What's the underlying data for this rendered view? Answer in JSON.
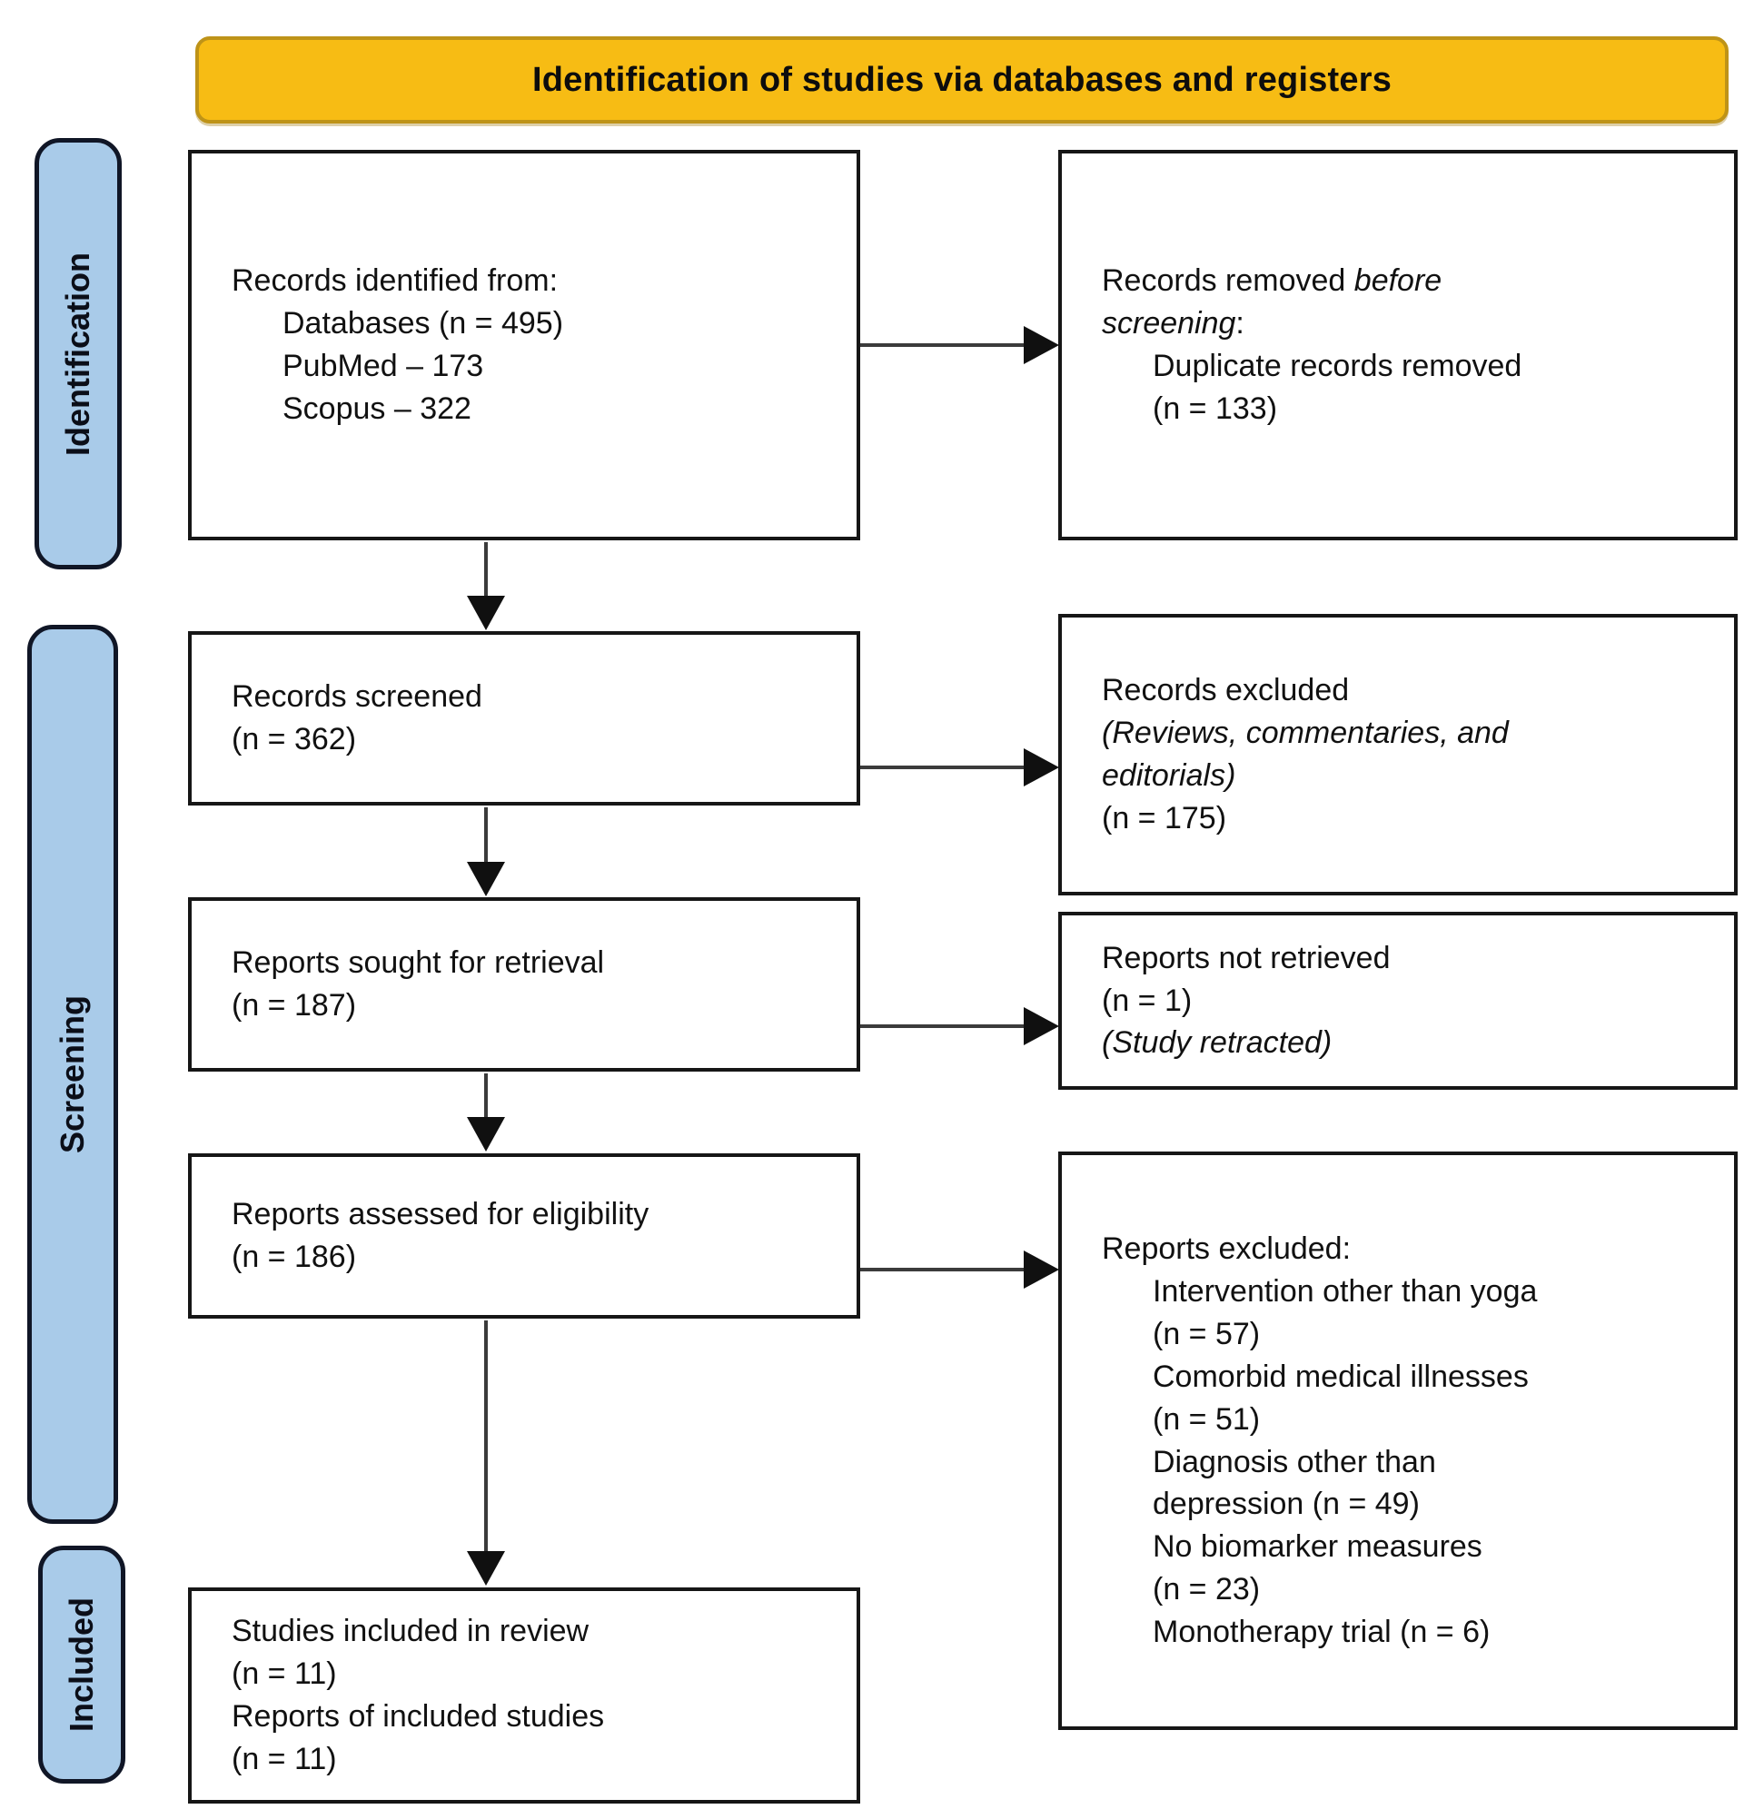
{
  "banner": {
    "title": "Identification of studies via databases and registers"
  },
  "stages": {
    "identification": "Identification",
    "screening": "Screening",
    "included": "Included"
  },
  "boxes": {
    "records_identified": {
      "title": "Records identified from:",
      "items": [
        "Databases (n = 495)",
        "PubMed – 173",
        "Scopus – 322"
      ]
    },
    "records_removed": {
      "line1_normal": "Records removed ",
      "line1_italic": "before",
      "line2_italic": "screening",
      "line2_normal": ":",
      "items": [
        "Duplicate records removed",
        "(n = 133)"
      ]
    },
    "records_screened": {
      "line1": "Records screened",
      "line2": "(n = 362)"
    },
    "records_excluded": {
      "line1": "Records excluded",
      "italic_line1": "(Reviews, commentaries, and",
      "italic_line2": "editorials)",
      "line4": "(n = 175)"
    },
    "reports_sought": {
      "line1": "Reports sought for retrieval",
      "line2": "(n = 187)"
    },
    "reports_not_retrieved": {
      "line1": "Reports not retrieved",
      "line2": "(n = 1)",
      "line3_italic": "(Study retracted)"
    },
    "reports_assessed": {
      "line1": "Reports assessed for eligibility",
      "line2": "(n = 186)"
    },
    "reports_excluded": {
      "title": "Reports excluded:",
      "items": [
        [
          "Intervention other than yoga",
          "(n = 57)"
        ],
        [
          "Comorbid medical illnesses",
          "(n = 51)"
        ],
        [
          "Diagnosis other than",
          "depression (n = 49)"
        ],
        [
          "No biomarker measures",
          "(n = 23)"
        ],
        [
          "Monotherapy trial (n = 6)"
        ]
      ]
    },
    "studies_included": {
      "line1": "Studies included in review",
      "line2": "(n = 11)",
      "line3": "Reports of included studies",
      "line4": "(n = 11)"
    }
  },
  "colors": {
    "banner_fill": "#F7BC14",
    "banner_border": "#BE9318",
    "stage_fill": "#A9CBE9",
    "stage_border": "#101626",
    "box_border": "#161616"
  }
}
